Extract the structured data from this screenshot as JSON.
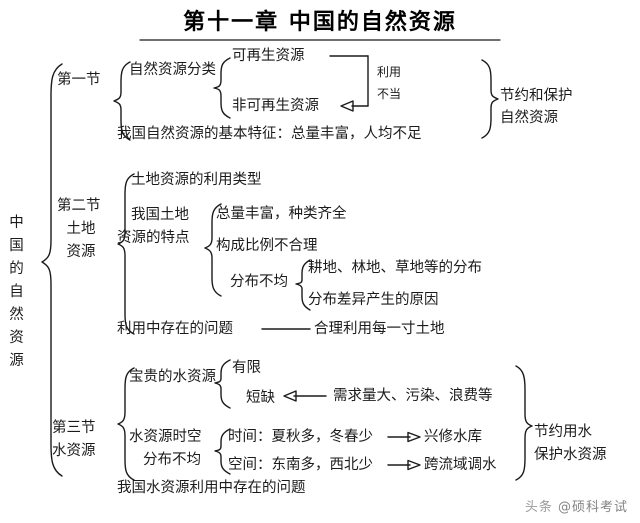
{
  "document": {
    "title": "第十一章  中国的自然资源",
    "type": "mind-map",
    "watermark": "头条 @硕科考试",
    "watermark_prefix": "头条",
    "watermark_handle": "@硕科考试"
  },
  "root": {
    "label": "中国的自然资源",
    "chars": [
      "中",
      "国",
      "的",
      "自",
      "然",
      "资",
      "源"
    ]
  },
  "sections": [
    {
      "id": "section-1",
      "label": "第一节",
      "nodes": {
        "classification": "自然资源分类",
        "renewable": "可再生资源",
        "nonrenewable": "非可再生资源",
        "arrow_label_line1": "利用",
        "arrow_label_line2": "不当",
        "basic_features": "我国自然资源的基本特征：总量丰富，人均不足"
      },
      "conclusion": {
        "line1": "节约和保护",
        "line2": "自然资源"
      }
    },
    {
      "id": "section-2",
      "label_line1": "第二节",
      "label_line2": "土地",
      "label_line3": "资源",
      "nodes": {
        "use_types": "土地资源的利用类型",
        "features_line1": "我国土地",
        "features_line2": "资源的特点",
        "feature_1": "总量丰富，种类齐全",
        "feature_2": "构成比例不合理",
        "feature_3": "分布不均",
        "distribution_1": "耕地、林地、草地等的分布",
        "distribution_2": "分布差异产生的原因",
        "problems": "利用中存在的问题",
        "problems_result": "合理利用每一寸土地"
      }
    },
    {
      "id": "section-3",
      "label_line1": "第三节",
      "label_line2": "水资源",
      "nodes": {
        "precious_water": "宝贵的水资源",
        "limited": "有限",
        "scarce": "短缺",
        "scarce_cause": "需求量大、污染、浪费等",
        "uneven_line1": "水资源时空",
        "uneven_line2": "分布不均",
        "time_label": "时间：夏秋多，冬春少",
        "time_result": "兴修水库",
        "space_label": "空间：东南多，西北少",
        "space_result": "跨流域调水",
        "problems": "我国水资源利用中存在的问题"
      },
      "conclusion": {
        "line1": "节约用水",
        "line2": "保护水资源"
      }
    }
  ],
  "style": {
    "ink": "#1b1b1b",
    "background": "#ffffff"
  }
}
